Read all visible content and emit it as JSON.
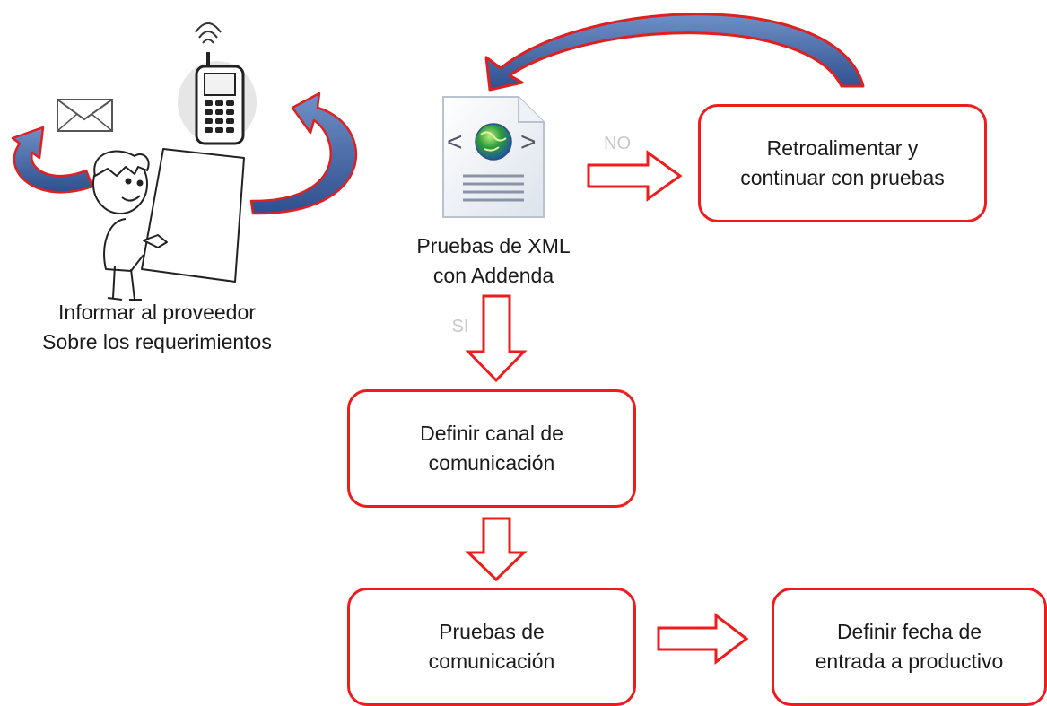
{
  "nodes": {
    "feedback": "Retroalimentar y\ncontinuar con pruebas",
    "xml_tests": "Pruebas de XML\ncon Addenda",
    "inform": "Informar al proveedor\nSobre los requerimientos",
    "channel": "Definir canal de\ncomunicación",
    "comm_tests": "Pruebas de\ncomunicación",
    "go_live": "Definir  fecha de\nentrada a productivo"
  },
  "branch_labels": {
    "no": "NO",
    "yes": "SI"
  },
  "icons": {
    "xml_document": "xml-document-globe-icon",
    "envelope": "envelope-icon",
    "phone": "mobile-phone-icon",
    "person": "boy-holding-paper-icon"
  },
  "colors": {
    "box_border": "#ee1c1c",
    "arrow_outline": "#ee1c1c",
    "curved_arrow_fill": "#4a6fae",
    "curved_arrow_edge": "#e02020"
  }
}
